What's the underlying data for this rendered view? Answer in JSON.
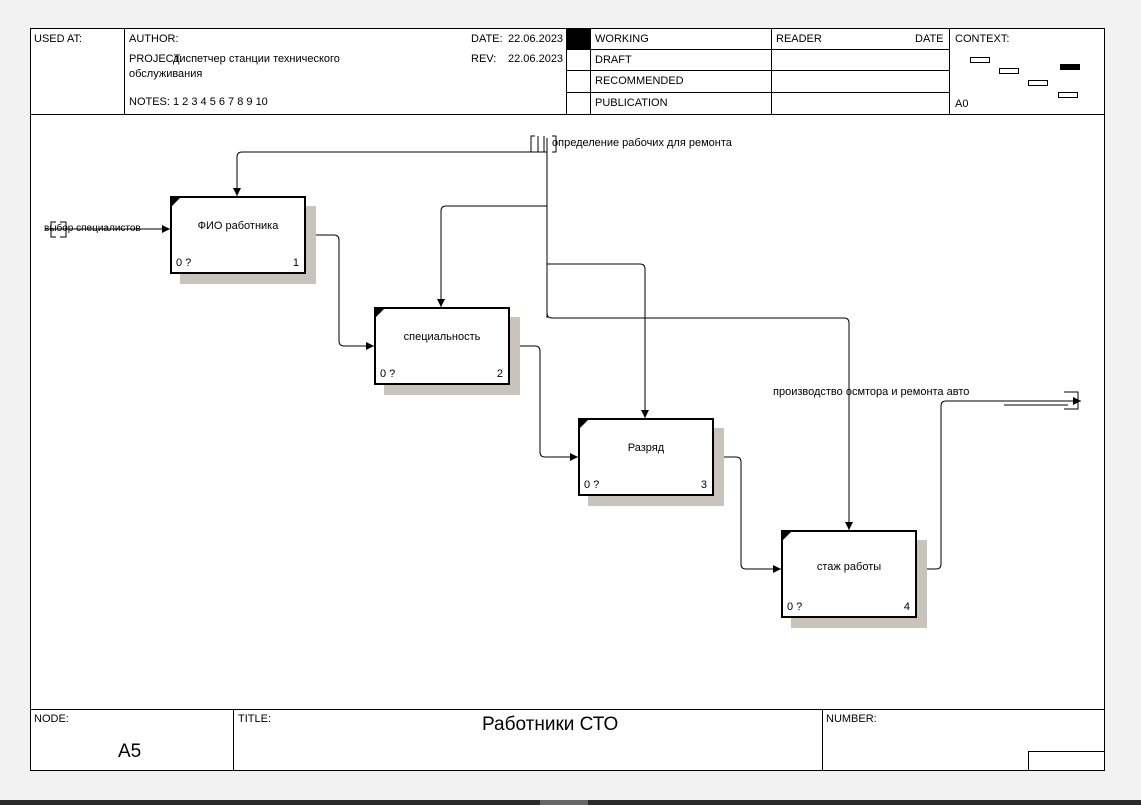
{
  "header": {
    "used_at_label": "USED AT:",
    "author_label": "AUTHOR:",
    "project_label": "PROJECT:",
    "project_value_line1": "диспетчер станции технического",
    "project_value_line2": "обслуживания",
    "notes_label": "NOTES:",
    "notes_value": "1  2  3  4  5  6  7  8  9  10",
    "date_label": "DATE:",
    "date_value": "22.06.2023",
    "rev_label": "REV:",
    "rev_value": "22.06.2023",
    "status": [
      "WORKING",
      "DRAFT",
      "RECOMMENDED",
      "PUBLICATION"
    ],
    "reader_label": "READER",
    "reader_date_label": "DATE",
    "context_label": "CONTEXT:",
    "context_node": "A0"
  },
  "diagram": {
    "boxes": [
      {
        "label": "ФИО работника",
        "cost": "0 ?",
        "number": "1"
      },
      {
        "label": "специальность",
        "cost": "0 ?",
        "number": "2"
      },
      {
        "label": "Разряд",
        "cost": "0 ?",
        "number": "3"
      },
      {
        "label": "стаж работы",
        "cost": "0 ?",
        "number": "4"
      }
    ],
    "arrows": {
      "input": "выбор специалистов",
      "control": "определение рабочих для ремонта",
      "output": "производство осмтора и ремонта авто"
    }
  },
  "footer": {
    "node_label": "NODE:",
    "node_value": "A5",
    "title_label": "TITLE:",
    "title_value": "Работники СТО",
    "number_label": "NUMBER:"
  }
}
